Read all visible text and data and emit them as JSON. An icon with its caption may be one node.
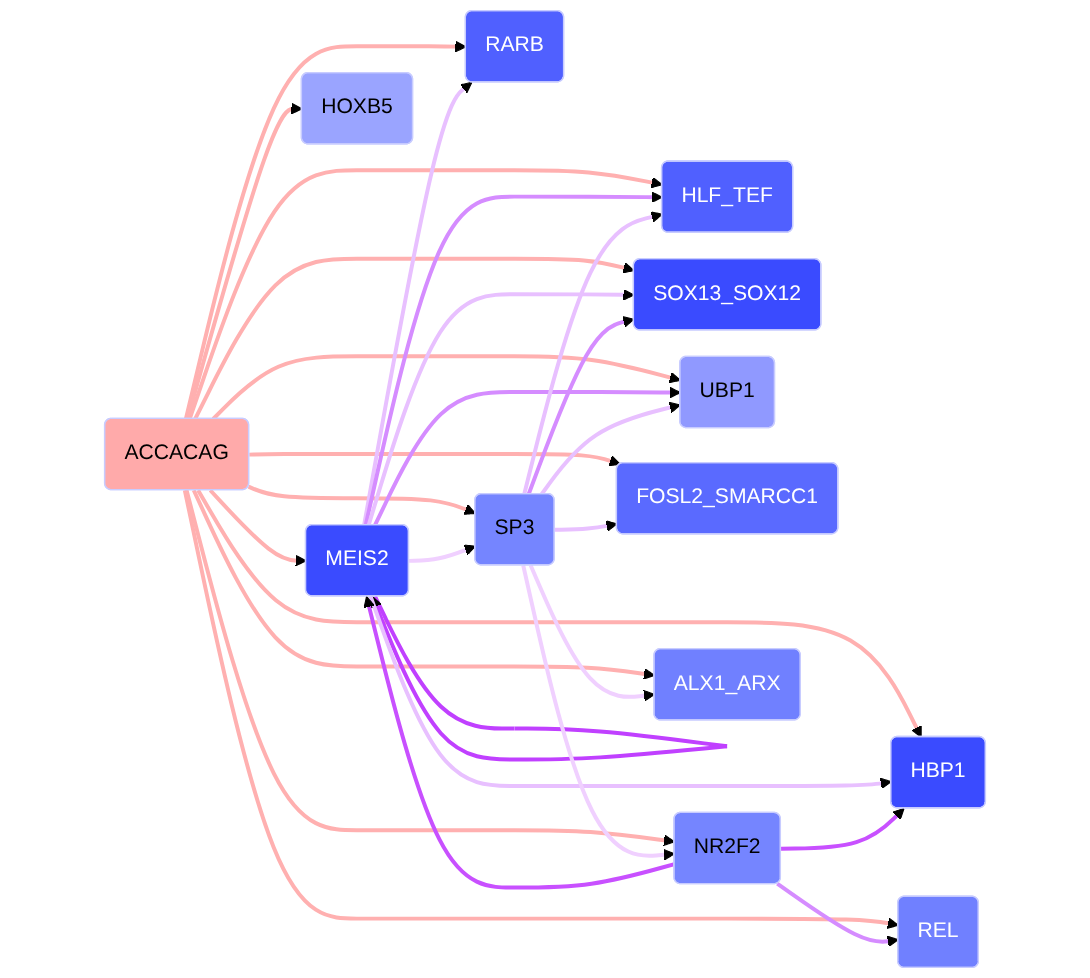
{
  "diagram": {
    "nodes": [
      {
        "text": [
          "RARB"
        ]
      },
      {
        "text": [
          "MEIS2"
        ]
      },
      {
        "text": [
          "HLF_TEF"
        ]
      },
      {
        "text": [
          "SOX13_SOX12"
        ]
      },
      {
        "text": [
          "UBP1"
        ]
      },
      {
        "text": [
          "HBP1"
        ]
      },
      {
        "text": [
          "ACCACAG"
        ]
      },
      {
        "text": [
          "FOSL2_SMARCC1"
        ]
      },
      {
        "text": [
          "HOXB5"
        ]
      },
      {
        "text": [
          "REL"
        ]
      },
      {
        "text": [
          "NR2F2"
        ]
      },
      {
        "text": [
          "ALX1_ARX"
        ]
      },
      {
        "text": [
          "SP3"
        ]
      }
    ],
    "edges": [
      {
        "from": 6,
        "to": 0,
        "arrow": "to"
      },
      {
        "from": 6,
        "to": 1,
        "arrow": "to"
      },
      {
        "from": 6,
        "to": 2,
        "arrow": "to"
      },
      {
        "from": 6,
        "to": 3,
        "arrow": "to"
      },
      {
        "from": 6,
        "to": 4,
        "arrow": "to"
      },
      {
        "from": 6,
        "to": 5,
        "arrow": "to"
      },
      {
        "from": 6,
        "to": 7,
        "arrow": "to"
      },
      {
        "from": 6,
        "to": 8,
        "arrow": "to"
      },
      {
        "from": 6,
        "to": 9,
        "arrow": "to"
      },
      {
        "from": 6,
        "to": 10,
        "arrow": "to"
      },
      {
        "from": 6,
        "to": 11,
        "arrow": "to"
      },
      {
        "from": 6,
        "to": 12,
        "arrow": "to"
      },
      {
        "from": 1,
        "to": 1,
        "arrow": "to",
        "color": "#c040ff"
      },
      {
        "from": 1,
        "to": 0,
        "arrow": "to",
        "color": "#e8c0ff"
      },
      {
        "from": 1,
        "to": 2,
        "arrow": "to",
        "color": "#d58cff"
      },
      {
        "from": 1,
        "to": 4,
        "arrow": "to",
        "color": "#d58cff"
      },
      {
        "from": 1,
        "to": 3,
        "arrow": "to",
        "color": "#e8c0ff"
      },
      {
        "from": 1,
        "to": 5,
        "arrow": "to",
        "color": "#e8c0ff"
      },
      {
        "from": 1,
        "to": 12,
        "arrow": "to",
        "color": "#f0d0ff"
      },
      {
        "from": 10,
        "to": 1,
        "arrow": "to",
        "color": "#c850ff"
      },
      {
        "from": 10,
        "to": 5,
        "arrow": "to",
        "color": "#c850ff"
      },
      {
        "from": 10,
        "to": 9,
        "arrow": "to",
        "color": "#d58cff"
      },
      {
        "from": 12,
        "to": 3,
        "arrow": "to",
        "color": "#d58cff"
      },
      {
        "from": 12,
        "to": 2,
        "arrow": "to",
        "color": "#e8c0ff"
      },
      {
        "from": 12,
        "to": 4,
        "arrow": "to",
        "color": "#e8c0ff"
      },
      {
        "from": 12,
        "to": 7,
        "arrow": "to",
        "color": "#e8c0ff"
      },
      {
        "from": 12,
        "to": 11,
        "arrow": "to",
        "color": "#f0d0ff"
      },
      {
        "from": 12,
        "to": 10,
        "arrow": "to",
        "color": "#f0d0ff"
      }
    ]
  }
}
